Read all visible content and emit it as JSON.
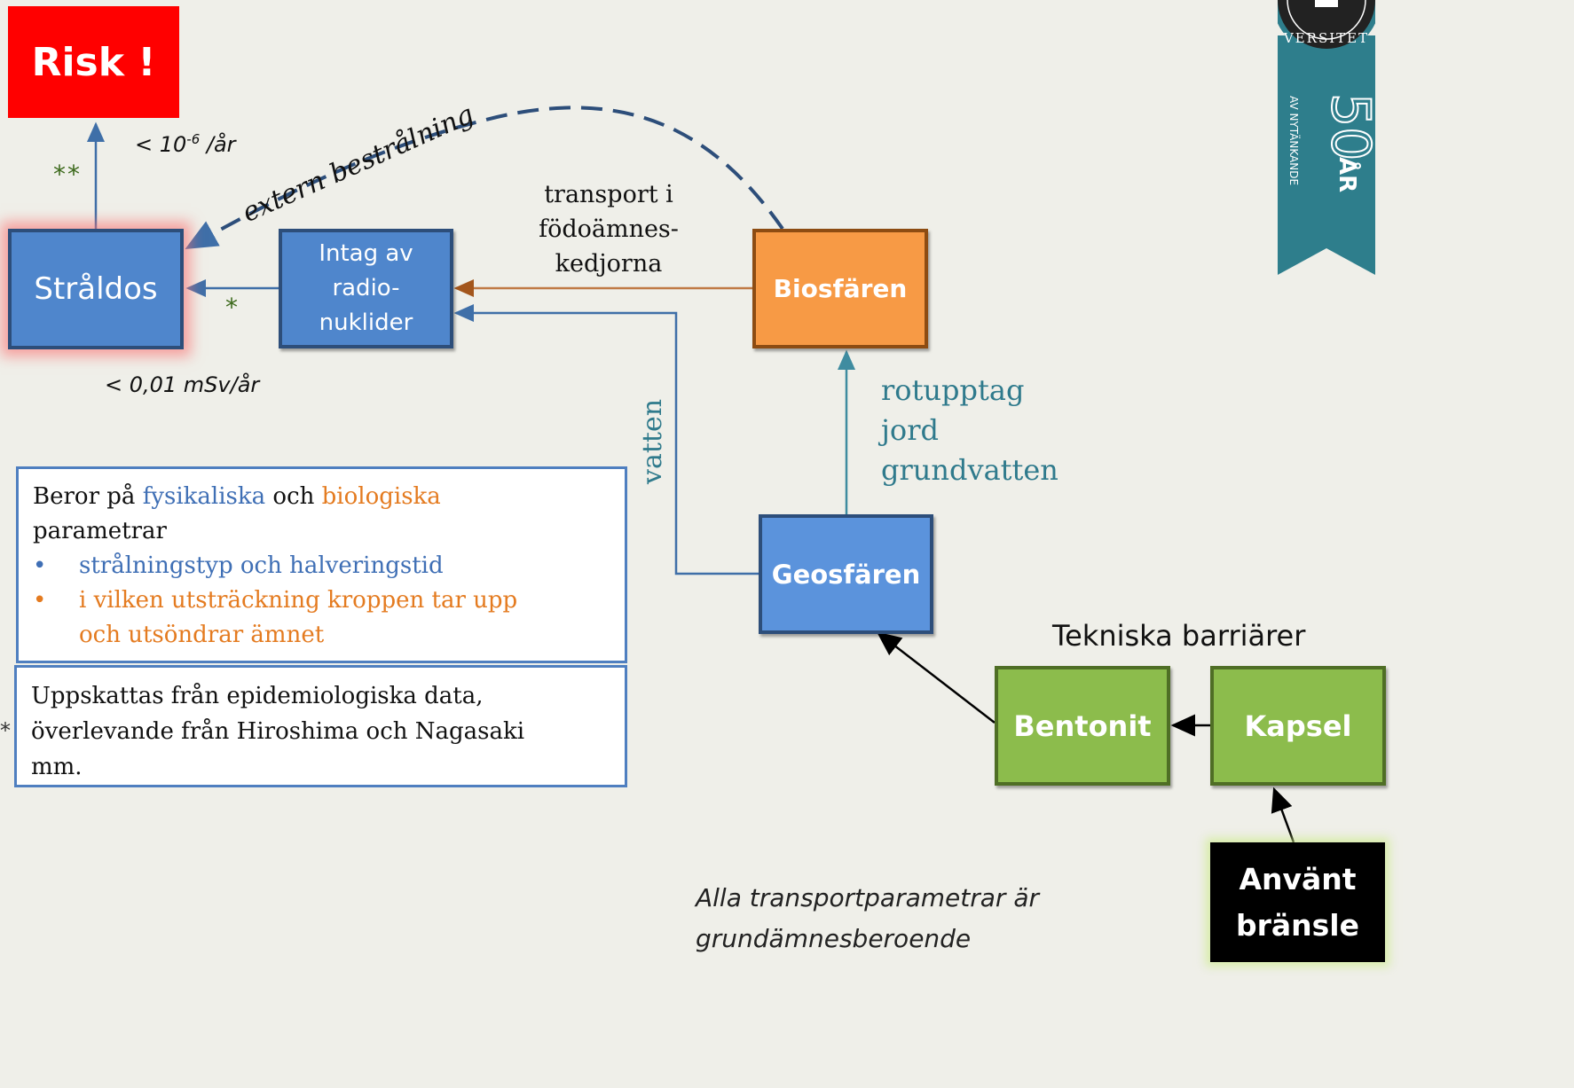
{
  "nodes": {
    "risk": "Risk !",
    "straldos": "Stråldos",
    "intag": [
      "Intag av",
      "radio-",
      "nuklider"
    ],
    "biosfaren": "Biosfären",
    "geosfaren": "Geosfären",
    "bentonit": "Bentonit",
    "kapsel": "Kapsel",
    "anvant": [
      "Använt",
      "bränsle"
    ]
  },
  "labels": {
    "limit_risk_prefix": "< 10",
    "limit_risk_exp": "-6",
    "limit_risk_suffix": " /år",
    "double_star": "**",
    "single_star": "*",
    "limit_dose": "< 0,01 mSv/år",
    "extern": "extern bestrålning",
    "transport": [
      "transport i",
      "födoämnes-",
      "kedjorna"
    ],
    "vatten": "vatten",
    "rot": [
      "rotupptag",
      "jord",
      "grundvatten"
    ],
    "tekniska": "Tekniska barriärer",
    "alla": [
      "Alla transportparametrar är",
      "grundämnesberoende"
    ],
    "edge_star": "*"
  },
  "info1": {
    "intro_a": "Beror på ",
    "fysikaliska": "fysikaliska",
    "och": " och ",
    "biologiska": "biologiska",
    "intro_b": "parametrar",
    "bullet_char": "•",
    "bullet1": "strålningstyp och halveringstid",
    "bullet2_line1": "i vilken utsträckning kroppen tar upp",
    "bullet2_line2": "och utsöndrar ämnet"
  },
  "info2": [
    "Uppskattas från epidemiologiska data,",
    "överlevande från Hiroshima och Nagasaki",
    "mm."
  ],
  "logo": {
    "arc": "VERSITET",
    "years": "50",
    "years_unit": "ÅR",
    "tagline": "AV NYTÄNKANDE"
  },
  "colors": {
    "background": "#efefe9",
    "blue_box": "#4f86cc",
    "orange_box": "#f79a45",
    "green_box": "#8cbc4c",
    "risk_box": "#ff0000",
    "teal_text": "#2f7a8c",
    "ribbon": "#2e7e8c"
  }
}
